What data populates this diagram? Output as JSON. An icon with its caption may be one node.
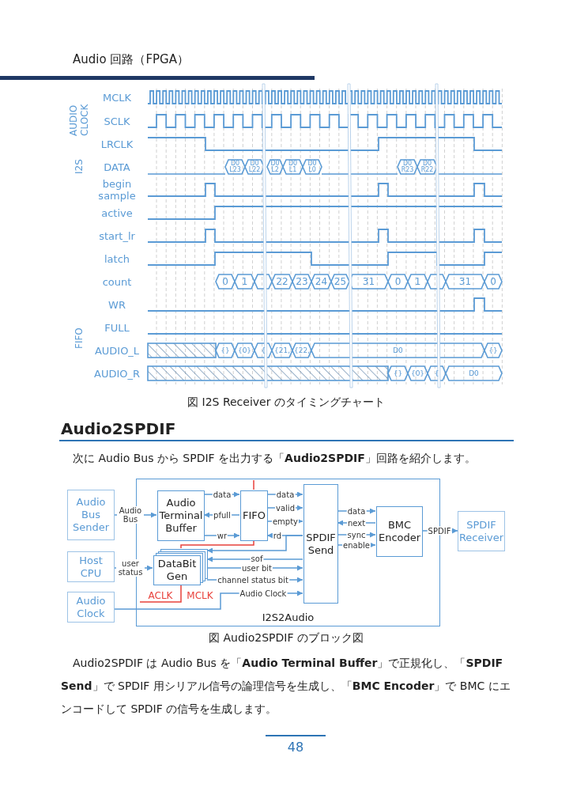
{
  "diagram": {
    "title": "Audio 回路（FPGA）",
    "nodes": [
      {
        "text": [
          "I2S2Audio"
        ]
      },
      {
        "text": [
          "Audio Bus Sender"
        ]
      },
      {
        "text": [
          "Host CPU"
        ]
      },
      {
        "text": [
          "Audio Clock"
        ]
      },
      {
        "text": [
          "Audio Terminal Buffer"
        ],
        "in": 0
      },
      {
        "text": [
          "FIFO"
        ],
        "in": 0
      },
      {
        "text": [
          "DataBit Gen"
        ],
        "in": 0
      },
      {
        "text": [
          "SPDIF Send"
        ],
        "in": 0
      },
      {
        "text": [
          "BMC Encoder"
        ],
        "in": 0
      },
      {
        "text": [
          "SPDIF Receiver"
        ]
      }
    ],
    "edges": [
      {
        "from": 1,
        "to": 4,
        "arrow": "to",
        "label": "Audio Bus"
      },
      {
        "from": 4,
        "to": 5,
        "arrow": "to",
        "label": "data"
      },
      {
        "from": 5,
        "to": 4,
        "arrow": "to",
        "label": "pfull"
      },
      {
        "from": 4,
        "to": 5,
        "arrow": "to",
        "label": "wr"
      },
      {
        "from": 5,
        "to": 7,
        "arrow": "to",
        "label": "data"
      },
      {
        "from": 5,
        "to": 7,
        "arrow": "to",
        "label": "valid"
      },
      {
        "from": 5,
        "to": 7,
        "arrow": "to",
        "label": "empty"
      },
      {
        "from": 7,
        "to": 5,
        "arrow": "to",
        "label": "rd"
      },
      {
        "from": 7,
        "to": 6,
        "arrow": "to"
      },
      {
        "from": 2,
        "to": 6,
        "arrow": "to",
        "label": "user status"
      },
      {
        "from": 7,
        "to": 6,
        "arrow": "to",
        "label": "sof"
      },
      {
        "from": 6,
        "to": 7,
        "arrow": "to",
        "label": "user bit"
      },
      {
        "from": 6,
        "to": 7,
        "arrow": "to",
        "label": "channel status bit"
      },
      {
        "from": 3,
        "to": 7,
        "arrow": "to",
        "label": "Audio Clock"
      },
      {
        "from": 7,
        "to": 8,
        "arrow": "to",
        "label": "data"
      },
      {
        "from": 8,
        "to": 7,
        "arrow": "to",
        "label": "next"
      },
      {
        "from": 7,
        "to": 8,
        "arrow": "to",
        "label": "sync"
      },
      {
        "from": 7,
        "to": 8,
        "arrow": "to",
        "label": "enable"
      },
      {
        "from": 8,
        "to": 9,
        "arrow": "to",
        "label": "SPDIF"
      },
      {
        "from": 5,
        "to": 6,
        "arrow": "none",
        "color": "#e8413b"
      },
      {
        "from": 5,
        "to": null,
        "arrow": "none",
        "color": "#e8413b"
      },
      {
        "from": 6,
        "to": null,
        "arrow": "none",
        "color": "#e8413b"
      }
    ],
    "labels": [
      "AUDIO CLOCK",
      "MCLK",
      "SCLK",
      "LRCLK",
      "I2S",
      "DATA",
      "D0 L23",
      "D0 L22",
      "D0 L2",
      "D0 L1",
      "D0 L0",
      "D0 R23",
      "D0 R22",
      "begin sample",
      "active",
      "start_lr",
      "latch",
      "count",
      "0",
      "1",
      "22",
      "23",
      "24",
      "25",
      "31",
      "0",
      "1",
      "31",
      "0",
      "WR",
      "FULL",
      "FIFO",
      "AUDIO_L",
      "{}",
      "{0}",
      "{",
      "{21,",
      "{22,",
      "D0",
      "{}",
      "AUDIO_R",
      "{}",
      "{0}",
      "{",
      "D0",
      "図 I2S Receiver のタイミングチャート",
      "Audio2SPDIF",
      "次に Audio Bus から SPDIF を出力する「**Audio2SPDIF**」回路を紹介します。",
      "ACLK",
      "MCLK",
      "図 Audio2SPDIF のブロック図",
      "Audio2SPDIF は Audio Bus を「**Audio Terminal Buffer**」で正規化し、「**SPDIF Send**」で SPDIF 用シリアル信号の論理信号を生成し、「**BMC Encoder**」で BMC にエンコードして SPDIF の信号を生成します。",
      "48"
    ]
  }
}
